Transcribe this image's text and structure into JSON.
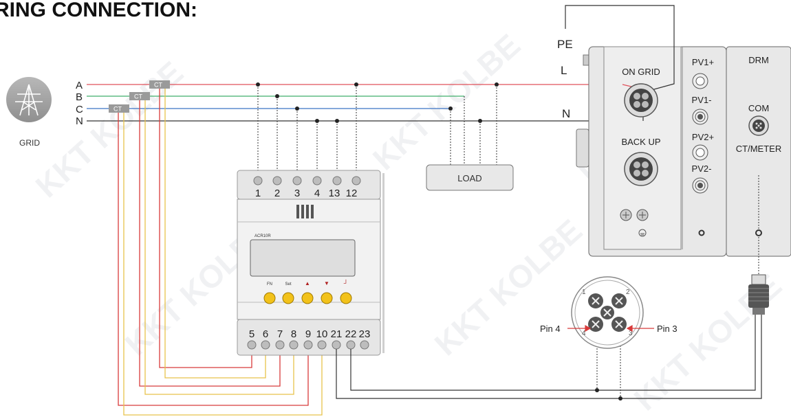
{
  "title": "RING CONNECTION:",
  "watermark": "KKT KOLBE",
  "grid": {
    "label": "GRID"
  },
  "phases": [
    {
      "label": "A",
      "color": "#e0505a"
    },
    {
      "label": "B",
      "color": "#3fae6a"
    },
    {
      "label": "C",
      "color": "#3a73c4"
    },
    {
      "label": "N",
      "color": "#333333"
    }
  ],
  "ct": {
    "label": "CT"
  },
  "meter": {
    "model": "ACR10R",
    "top_terminals": [
      "1",
      "2",
      "3",
      "4",
      "13",
      "12"
    ],
    "bottom_terminals": [
      "5",
      "6",
      "7",
      "8",
      "9",
      "10",
      "21",
      "22",
      "23"
    ],
    "buttons": [
      "FN",
      "Set",
      "▲",
      "▼",
      "┘"
    ]
  },
  "load": {
    "label": "LOAD"
  },
  "inverter": {
    "pe": "PE",
    "l": "L",
    "n": "N",
    "on_grid": "ON GRID",
    "backup": "BACK UP",
    "pv": [
      "PV1+",
      "PV1-",
      "PV2+",
      "PV2-"
    ],
    "drm": "DRM",
    "com": "COM",
    "ct_meter": "CT/METER"
  },
  "connector": {
    "pin4": "Pin 4",
    "pin3": "Pin 3",
    "numbers": [
      "1",
      "2",
      "3",
      "4"
    ]
  },
  "colors": {
    "wire_red": "#d83a3a",
    "wire_yellow": "#e8c24a",
    "ct_box": "#9a9a9a",
    "button": "#f2c21a"
  }
}
